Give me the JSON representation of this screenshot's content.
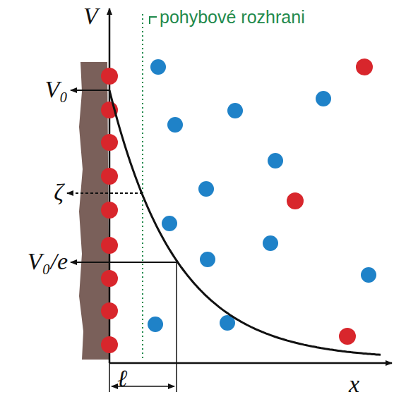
{
  "diagram": {
    "labels": [
      "V",
      "pohybové rozhrani",
      "V₀",
      "ζ",
      "V₀/e",
      "ℓ",
      "x"
    ]
  }
}
